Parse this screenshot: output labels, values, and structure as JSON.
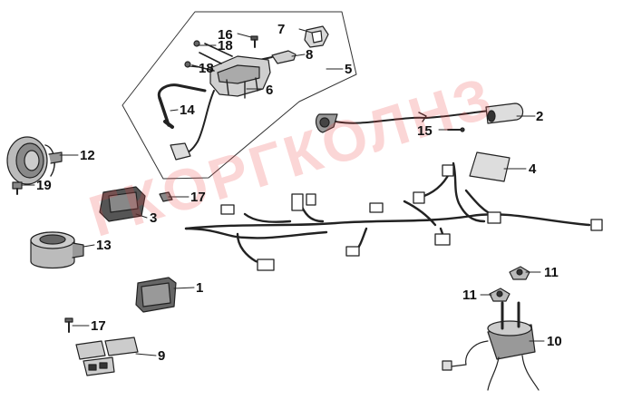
{
  "watermark": "ГКОРГКОЛНЗ",
  "callouts": {
    "c1": "1",
    "c2": "2",
    "c3": "3",
    "c4": "4",
    "c5": "5",
    "c6": "6",
    "c7": "7",
    "c8": "8",
    "c9": "9",
    "c10": "10",
    "c11a": "11",
    "c11b": "11",
    "c12": "12",
    "c13": "13",
    "c14": "14",
    "c15": "15",
    "c16": "16",
    "c17a": "17",
    "c17b": "17",
    "c18a": "18",
    "c18b": "18",
    "c19": "19"
  }
}
